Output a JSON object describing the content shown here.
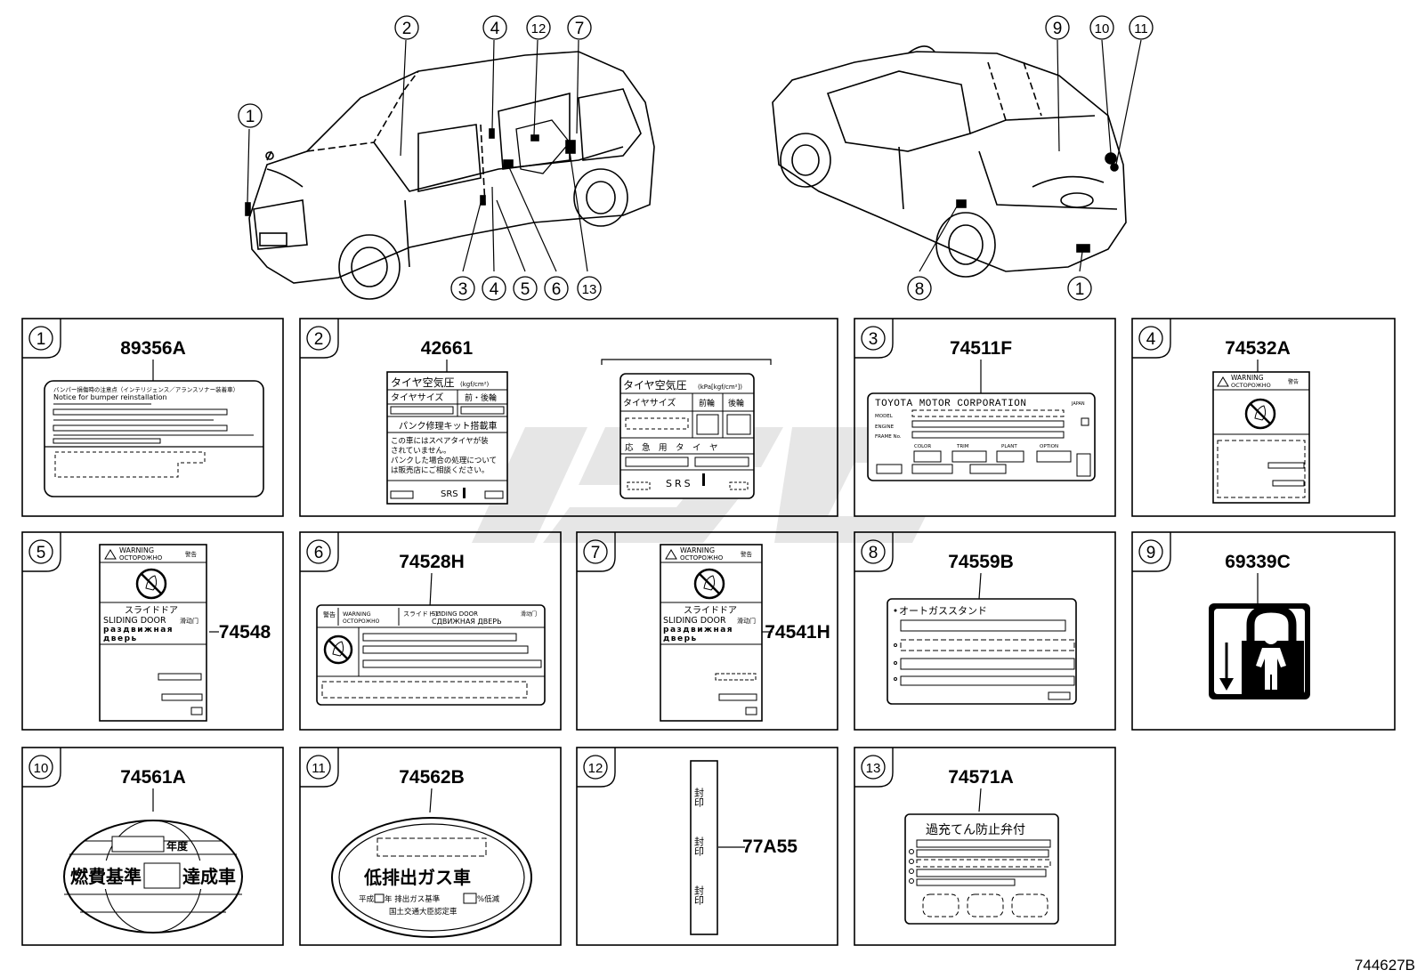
{
  "figure_code": "744627B",
  "callouts_top_left": [
    "①",
    "②",
    "④",
    "⑫",
    "⑦",
    "③",
    "④",
    "⑤",
    "⑥",
    "⑬"
  ],
  "callouts_top_right": [
    "⑨",
    "⑩",
    "⑪",
    "⑧",
    "①"
  ],
  "panels": [
    {
      "no": "①",
      "part": "89356A",
      "label": {
        "line1": "バンパー損傷時の注意点（インテリジェンス／アランスソナー装着車）",
        "line2": "Notice for bumper reinstallation"
      }
    },
    {
      "no": "②",
      "part": "42661",
      "label_a": {
        "title": "タイヤ空気圧",
        "unit": "(kgf/cm²)",
        "size": "タイヤサイズ",
        "front_rear": "前・後輪",
        "kit": "パンク修理キット搭載車",
        "note1": "この車にはスペアタイヤが装",
        "note2": "されていません。",
        "note3": "パンクした場合の処理について",
        "note4": "は販売店にご相談ください。",
        "srs": "SRS"
      },
      "label_b": {
        "title": "タイヤ空気圧",
        "unit": "(kPa[kgf/cm²])",
        "size": "タイヤサイズ",
        "front": "前輪",
        "rear": "後輪",
        "spare": "応　急　用　タ　イ　ヤ",
        "srs": "SRS"
      }
    },
    {
      "no": "③",
      "part": "74511F",
      "label": {
        "maker": "TOYOTA MOTOR CORPORATION",
        "country": "JAPAN",
        "model": "MODEL",
        "engine": "ENGINE",
        "frame": "FRAME No.",
        "color": "COLOR",
        "trim": "TRIM",
        "plant": "PLANT",
        "option": "OPTION"
      }
    },
    {
      "no": "④",
      "part": "74532A",
      "label": {
        "warning": "WARNING",
        "russian": "ОСТОРОЖНО",
        "cn": "警告"
      }
    },
    {
      "no": "⑤",
      "part": "74548",
      "label": {
        "warning": "WARNING",
        "russian": "ОСТОРОЖНО",
        "cn": "警告",
        "jp": "スライドドア",
        "en": "SLIDING DOOR",
        "cn2": "滑动门",
        "ru1": "раздвижная",
        "ru2": "дверь"
      }
    },
    {
      "no": "⑥",
      "part": "74528H",
      "label": {
        "cn": "警告",
        "warning": "WARNING",
        "russian": "ОСТОРОЖНО",
        "jp": "スライドドア",
        "en": "SLIDING DOOR",
        "cn2": "滑动门",
        "ru": "СДВИЖНАЯ ДВЕРЬ"
      }
    },
    {
      "no": "⑦",
      "part": "74541H",
      "label": {
        "warning": "WARNING",
        "russian": "ОСТОРОЖНО",
        "cn": "警告",
        "jp": "スライドドア",
        "en": "SLIDING DOOR",
        "cn2": "滑动门",
        "ru1": "раздвижная",
        "ru2": "дверь"
      }
    },
    {
      "no": "⑧",
      "part": "74559B",
      "label": {
        "title": "オートガススタンド"
      }
    },
    {
      "no": "⑨",
      "part": "69339C"
    },
    {
      "no": "⑩",
      "part": "74561A",
      "label": {
        "year": "年度",
        "main_left": "燃費基準",
        "main_right": "達成車"
      }
    },
    {
      "no": "⑪",
      "part": "74562B",
      "label": {
        "main": "低排出ガス車",
        "line1a": "平成",
        "line1b": "年 排出ガス基準",
        "line1c": "%低減",
        "line2": "国土交通大臣認定車"
      }
    },
    {
      "no": "⑫",
      "part": "77A55",
      "label": {
        "seal": "封印"
      }
    },
    {
      "no": "⑬",
      "part": "74571A",
      "label": {
        "title": "過充てん防止弁付"
      }
    }
  ]
}
